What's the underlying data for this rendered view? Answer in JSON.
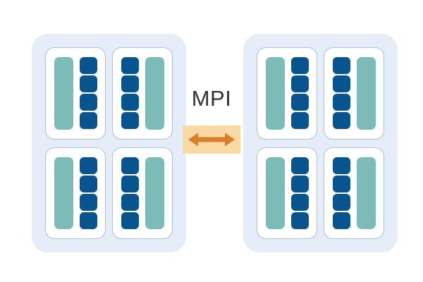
{
  "diagram": {
    "title": "MPI distributed-memory node diagram",
    "colors": {
      "node_panel_bg": "#e4edf8",
      "socket_card_bg": "#ffffff",
      "socket_card_border": "#aebedb",
      "memory_bar": "#7cbcb8",
      "core": "#07548e",
      "band_bg": "#fbd9a5",
      "arrow": "#d97f2b",
      "label_text": "#333333",
      "page_bg": "#ffffff"
    }
  },
  "interconnect": {
    "label": "MPI",
    "arrow_icon": "double-headed-horizontal-arrow-icon",
    "direction": "bidirectional"
  },
  "nodes": [
    {
      "id": "node-left",
      "sockets": [
        {
          "id": "socket-0",
          "layout": "memory-left",
          "memory_bars": 1,
          "cores": 4
        },
        {
          "id": "socket-1",
          "layout": "memory-right",
          "memory_bars": 1,
          "cores": 4
        },
        {
          "id": "socket-2",
          "layout": "memory-left",
          "memory_bars": 1,
          "cores": 4
        },
        {
          "id": "socket-3",
          "layout": "memory-right",
          "memory_bars": 1,
          "cores": 4
        }
      ]
    },
    {
      "id": "node-right",
      "sockets": [
        {
          "id": "socket-0",
          "layout": "memory-left",
          "memory_bars": 1,
          "cores": 4
        },
        {
          "id": "socket-1",
          "layout": "memory-right",
          "memory_bars": 1,
          "cores": 4
        },
        {
          "id": "socket-2",
          "layout": "memory-left",
          "memory_bars": 1,
          "cores": 4
        },
        {
          "id": "socket-3",
          "layout": "memory-right",
          "memory_bars": 1,
          "cores": 4
        }
      ]
    }
  ]
}
